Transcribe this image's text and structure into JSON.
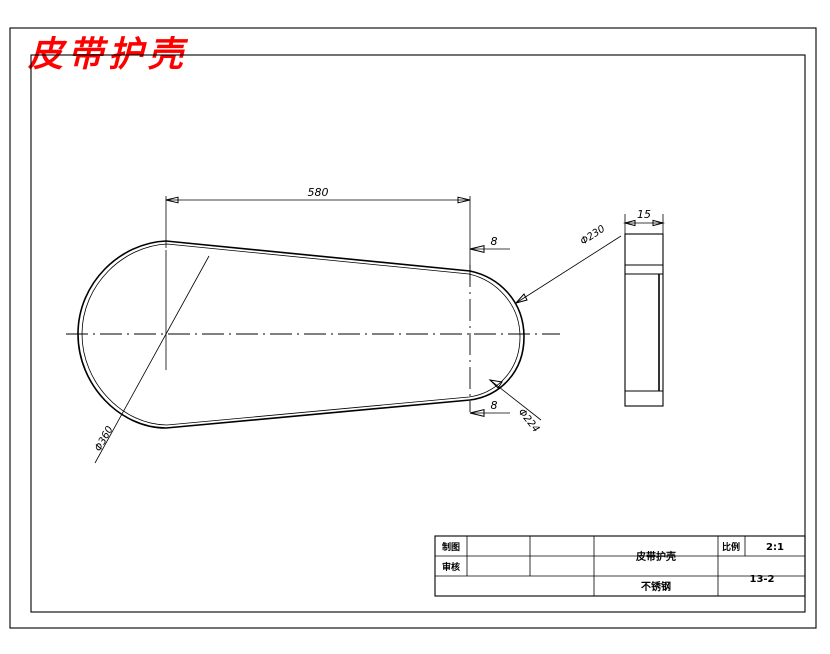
{
  "document": {
    "title_watermark": "皮带护壳",
    "title_color": "#ff0000",
    "sheet_width": 830,
    "sheet_height": 654
  },
  "drawing": {
    "part_name": "皮带护壳",
    "dimensions": {
      "length": "580",
      "thickness_top": "8",
      "thickness_bottom": "8",
      "side_width": "15",
      "dia_large": "Φ360",
      "dia_mid": "Φ230",
      "dia_small": "Φ224"
    }
  },
  "title_block": {
    "rows": [
      {
        "label": "制图",
        "value": "",
        "value2": ""
      },
      {
        "label": "审核",
        "value": "",
        "value2": ""
      }
    ],
    "part_name_label": "皮带护壳",
    "material_label": "不锈钢",
    "scale_label": "比例",
    "scale_value": "2:1",
    "drawing_number": "13-2"
  }
}
